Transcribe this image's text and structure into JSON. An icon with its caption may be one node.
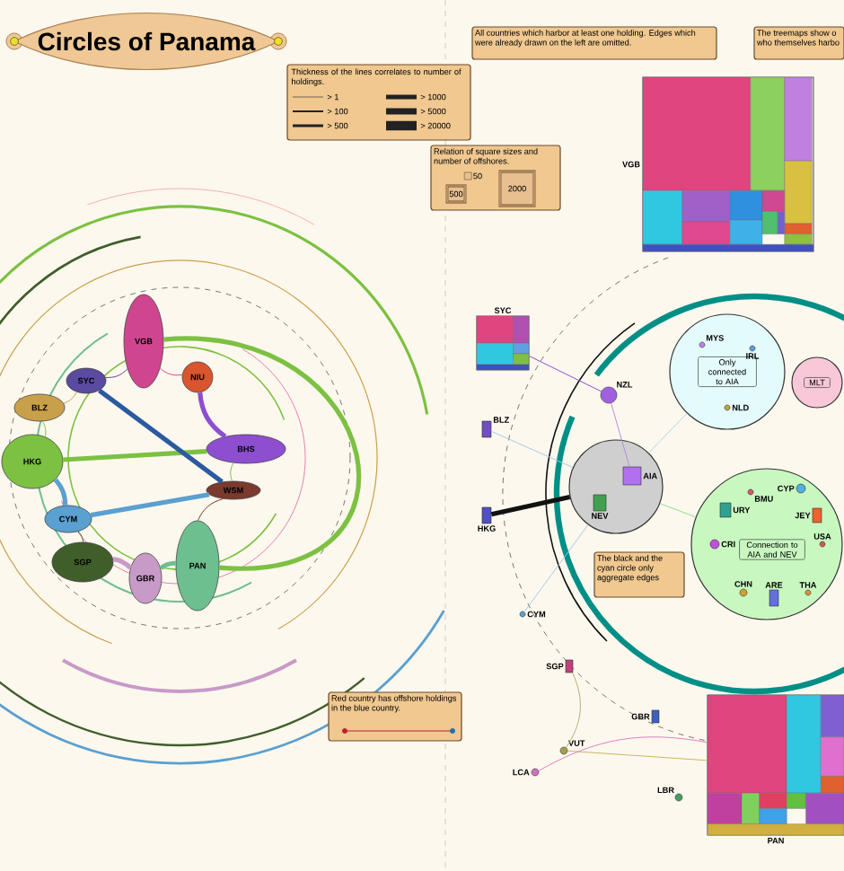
{
  "diagram": {
    "title": "Circles of Panama",
    "nodes": [
      {
        "text": [
          "VGB"
        ]
      },
      {
        "text": [
          "NIU"
        ]
      },
      {
        "text": [
          "SYC"
        ]
      },
      {
        "text": [
          "BLZ"
        ]
      },
      {
        "text": [
          "HKG"
        ]
      },
      {
        "text": [
          "BHS"
        ]
      },
      {
        "text": [
          "WSM"
        ]
      },
      {
        "text": [
          "CYM"
        ]
      },
      {
        "text": [
          "SGP"
        ]
      },
      {
        "text": [
          "GBR"
        ]
      },
      {
        "text": [
          "PAN"
        ]
      },
      {
        "text": [
          "VGB"
        ]
      },
      {
        "text": [
          "SYC"
        ]
      },
      {
        "text": [
          "NZL"
        ]
      },
      {
        "text": [
          "BLZ"
        ]
      },
      {
        "text": [
          "HKG"
        ]
      },
      {
        "text": [],
        "shape": "circle"
      },
      {
        "text": [
          "AIA"
        ],
        "in": 16
      },
      {
        "text": [
          "NEV"
        ],
        "in": 16
      },
      {
        "text": [
          "Only connected to AIA"
        ]
      },
      {
        "text": [
          "MYS"
        ],
        "in": 19
      },
      {
        "text": [
          "IRL"
        ],
        "in": 19
      },
      {
        "text": [
          "NLD"
        ],
        "in": 19
      },
      {
        "text": [
          "Connection to AIA and NEV"
        ]
      },
      {
        "text": [
          "BMU"
        ],
        "in": 23
      },
      {
        "text": [
          "CYP"
        ],
        "in": 23
      },
      {
        "text": [
          "URY"
        ],
        "in": 23
      },
      {
        "text": [
          "JEY"
        ],
        "in": 23
      },
      {
        "text": [
          "USA"
        ],
        "in": 23
      },
      {
        "text": [
          "CRI"
        ],
        "in": 23
      },
      {
        "text": [
          "CHN"
        ],
        "in": 23
      },
      {
        "text": [
          "ARE"
        ],
        "in": 23
      },
      {
        "text": [
          "THA"
        ],
        "in": 23
      },
      {
        "text": [
          "MLT"
        ]
      },
      {
        "text": [
          "CYM"
        ]
      },
      {
        "text": [
          "SGP"
        ]
      },
      {
        "text": [
          "GBR"
        ]
      },
      {
        "text": [
          "VUT"
        ]
      },
      {
        "text": [
          "LCA"
        ]
      },
      {
        "text": [
          "LBR"
        ]
      },
      {
        "text": [
          "PAN"
        ]
      },
      {
        "text": [
          "All countries which harbor at least one holding. Edges which were already drawn on the left are omitted."
        ]
      },
      {
        "text": [
          "The treemaps show o who themselves harbo"
        ]
      },
      {
        "text": [
          "The black and the cyan circle only aggregate edges"
        ]
      },
      {
        "text": [
          "Red country has offshore holdings in the blue country."
        ]
      },
      {
        "text": [
          "Relation of square sizes and number of offshores."
        ]
      },
      {
        "text": [
          "50"
        ],
        "in": 45
      },
      {
        "text": [
          "500"
        ],
        "in": 45
      },
      {
        "text": [
          "2000"
        ],
        "in": 45
      }
    ],
    "edges": [
      {
        "from": 0,
        "to": 1,
        "arrow": "none",
        "color": "#d0458f"
      },
      {
        "from": 1,
        "to": 5,
        "arrow": "none",
        "style": "thick",
        "color": "#8e4ed0"
      },
      {
        "from": 5,
        "to": 6,
        "arrow": "none",
        "color": "#7cc142"
      },
      {
        "from": 6,
        "to": 10,
        "arrow": "none",
        "color": "#7a3a2e"
      },
      {
        "from": 10,
        "to": 9,
        "arrow": "none",
        "style": "thick",
        "color": "#6dbf8f"
      },
      {
        "from": 9,
        "to": 8,
        "arrow": "none",
        "style": "thick",
        "color": "#c89ac8"
      },
      {
        "from": 8,
        "to": 7,
        "arrow": "none",
        "color": "#3f5e2a"
      },
      {
        "from": 7,
        "to": 4,
        "arrow": "none",
        "style": "thick",
        "color": "#5aa0d0"
      },
      {
        "from": 4,
        "to": 3,
        "arrow": "none",
        "color": "#7cc142"
      },
      {
        "from": 3,
        "to": 2,
        "arrow": "none",
        "color": "#c9a04a"
      },
      {
        "from": 2,
        "to": 0,
        "arrow": "none",
        "color": "#5a4aa0"
      },
      {
        "from": 0,
        "to": 10,
        "arrow": "none",
        "style": "thick",
        "color": "#7cc142"
      },
      {
        "from": 4,
        "to": 5,
        "arrow": "none",
        "style": "thick",
        "color": "#7cc142"
      },
      {
        "from": 2,
        "to": 6,
        "arrow": "none",
        "style": "thick",
        "color": "#2a5aa0"
      },
      {
        "from": 7,
        "to": 6,
        "arrow": "none",
        "style": "thick",
        "color": "#5aa0d0"
      },
      {
        "from": 12,
        "to": 13,
        "arrow": "none",
        "color": "#8e4ed0"
      },
      {
        "from": 13,
        "to": 17,
        "arrow": "none",
        "color": "#b08ee0"
      },
      {
        "from": 15,
        "to": 16,
        "arrow": "none",
        "style": "thick",
        "color": "#111111"
      },
      {
        "from": 14,
        "to": 16,
        "arrow": "none",
        "color": "#a8c8e8"
      },
      {
        "from": 19,
        "to": 16,
        "arrow": "none",
        "color": "#a8d8f0"
      },
      {
        "from": 23,
        "to": 16,
        "arrow": "none",
        "color": "#90e090"
      },
      {
        "from": 34,
        "to": 16,
        "arrow": "none",
        "color": "#a8c8e8"
      },
      {
        "from": 35,
        "to": 37,
        "arrow": "none",
        "color": "#b0b070"
      },
      {
        "from": 37,
        "to": 40,
        "arrow": "none",
        "color": "#c8b860"
      },
      {
        "from": 38,
        "to": 40,
        "arrow": "none",
        "color": "#e080c0"
      }
    ],
    "labels": [
      "Thickness of the lines correlates to number of holdings."
    ],
    "legend": [
      {
        "text": "> 1"
      },
      {
        "text": "> 100"
      },
      {
        "text": "> 500"
      },
      {
        "text": "> 1000"
      },
      {
        "text": "> 5000"
      },
      {
        "text": "> 20000"
      }
    ]
  }
}
